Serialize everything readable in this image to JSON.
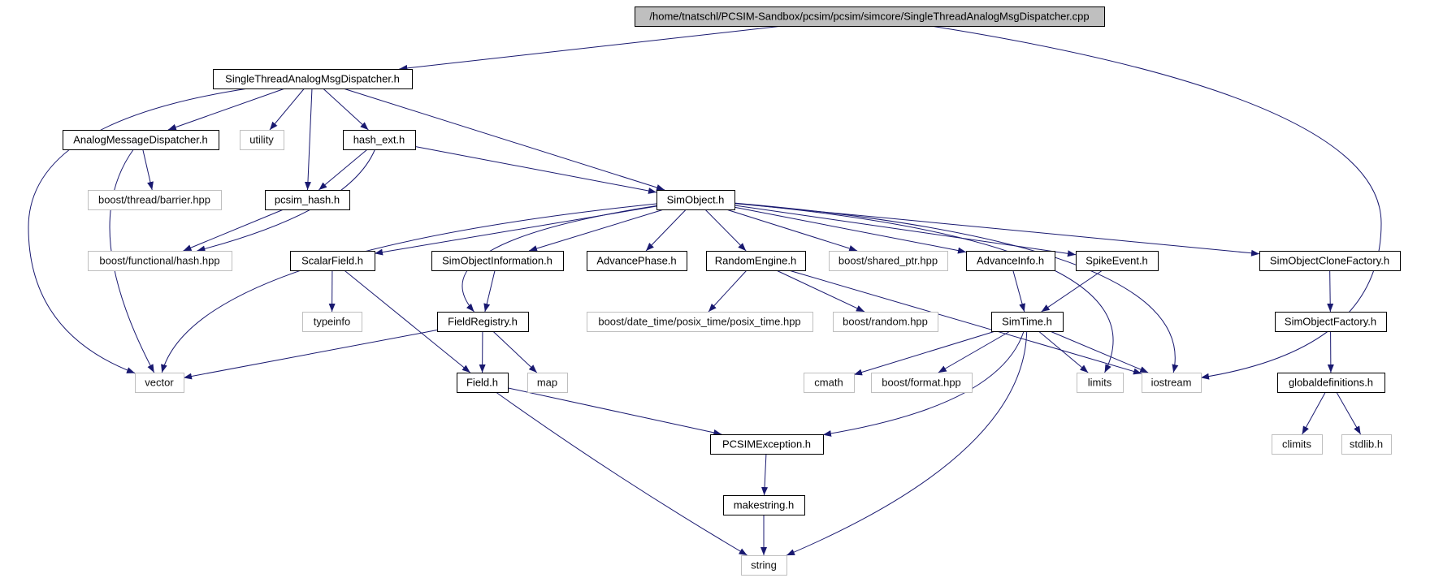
{
  "graph": {
    "colors": {
      "edge": "#191970",
      "internal_border": "#000000",
      "external_border": "#bfbfbf",
      "root_fill": "#bfbfbf",
      "node_fill": "#ffffff"
    },
    "nodes": [
      {
        "id": "root",
        "label": "/home/tnatschl/PCSIM-Sandbox/pcsim/pcsim/simcore/SingleThreadAnalogMsgDispatcher.cpp",
        "kind": "root"
      },
      {
        "id": "stamd",
        "label": "SingleThreadAnalogMsgDispatcher.h",
        "kind": "internal"
      },
      {
        "id": "amd",
        "label": "AnalogMessageDispatcher.h",
        "kind": "internal"
      },
      {
        "id": "utility",
        "label": "utility",
        "kind": "external"
      },
      {
        "id": "hashext",
        "label": "hash_ext.h",
        "kind": "internal"
      },
      {
        "id": "barrier",
        "label": "boost/thread/barrier.hpp",
        "kind": "external"
      },
      {
        "id": "pcsimhash",
        "label": "pcsim_hash.h",
        "kind": "internal"
      },
      {
        "id": "simobject",
        "label": "SimObject.h",
        "kind": "internal"
      },
      {
        "id": "funchash",
        "label": "boost/functional/hash.hpp",
        "kind": "external"
      },
      {
        "id": "scalarfield",
        "label": "ScalarField.h",
        "kind": "internal"
      },
      {
        "id": "soinfo",
        "label": "SimObjectInformation.h",
        "kind": "internal"
      },
      {
        "id": "advphase",
        "label": "AdvancePhase.h",
        "kind": "internal"
      },
      {
        "id": "randeng",
        "label": "RandomEngine.h",
        "kind": "internal"
      },
      {
        "id": "sharedptr",
        "label": "boost/shared_ptr.hpp",
        "kind": "external"
      },
      {
        "id": "advinfo",
        "label": "AdvanceInfo.h",
        "kind": "internal"
      },
      {
        "id": "spike",
        "label": "SpikeEvent.h",
        "kind": "internal"
      },
      {
        "id": "socf",
        "label": "SimObjectCloneFactory.h",
        "kind": "internal"
      },
      {
        "id": "typeinfo",
        "label": "typeinfo",
        "kind": "external"
      },
      {
        "id": "fieldreg",
        "label": "FieldRegistry.h",
        "kind": "internal"
      },
      {
        "id": "posixtime",
        "label": "boost/date_time/posix_time/posix_time.hpp",
        "kind": "external"
      },
      {
        "id": "random",
        "label": "boost/random.hpp",
        "kind": "external"
      },
      {
        "id": "simtime",
        "label": "SimTime.h",
        "kind": "internal"
      },
      {
        "id": "sof",
        "label": "SimObjectFactory.h",
        "kind": "internal"
      },
      {
        "id": "vector",
        "label": "vector",
        "kind": "external"
      },
      {
        "id": "field",
        "label": "Field.h",
        "kind": "internal"
      },
      {
        "id": "map",
        "label": "map",
        "kind": "external"
      },
      {
        "id": "cmath",
        "label": "cmath",
        "kind": "external"
      },
      {
        "id": "format",
        "label": "boost/format.hpp",
        "kind": "external"
      },
      {
        "id": "limits",
        "label": "limits",
        "kind": "external"
      },
      {
        "id": "iostream",
        "label": "iostream",
        "kind": "external"
      },
      {
        "id": "globdef",
        "label": "globaldefinitions.h",
        "kind": "internal"
      },
      {
        "id": "pcsimexc",
        "label": "PCSIMException.h",
        "kind": "internal"
      },
      {
        "id": "climits",
        "label": "climits",
        "kind": "external"
      },
      {
        "id": "stdlib",
        "label": "stdlib.h",
        "kind": "external"
      },
      {
        "id": "makestring",
        "label": "makestring.h",
        "kind": "internal"
      },
      {
        "id": "string",
        "label": "string",
        "kind": "external"
      }
    ],
    "edges": [
      [
        "root",
        "stamd"
      ],
      [
        "root",
        "iostream"
      ],
      [
        "stamd",
        "vector"
      ],
      [
        "stamd",
        "amd"
      ],
      [
        "stamd",
        "utility"
      ],
      [
        "stamd",
        "pcsimhash"
      ],
      [
        "stamd",
        "hashext"
      ],
      [
        "stamd",
        "simobject"
      ],
      [
        "amd",
        "barrier"
      ],
      [
        "amd",
        "vector"
      ],
      [
        "hashext",
        "pcsimhash"
      ],
      [
        "hashext",
        "funchash"
      ],
      [
        "hashext",
        "simobject"
      ],
      [
        "pcsimhash",
        "funchash"
      ],
      [
        "simobject",
        "vector"
      ],
      [
        "simobject",
        "scalarfield"
      ],
      [
        "simobject",
        "fieldreg"
      ],
      [
        "simobject",
        "soinfo"
      ],
      [
        "simobject",
        "advphase"
      ],
      [
        "simobject",
        "randeng"
      ],
      [
        "simobject",
        "sharedptr"
      ],
      [
        "simobject",
        "advinfo"
      ],
      [
        "simobject",
        "spike"
      ],
      [
        "simobject",
        "limits"
      ],
      [
        "simobject",
        "iostream"
      ],
      [
        "simobject",
        "socf"
      ],
      [
        "scalarfield",
        "typeinfo"
      ],
      [
        "scalarfield",
        "field"
      ],
      [
        "soinfo",
        "fieldreg"
      ],
      [
        "randeng",
        "posixtime"
      ],
      [
        "randeng",
        "random"
      ],
      [
        "randeng",
        "iostream"
      ],
      [
        "advinfo",
        "simtime"
      ],
      [
        "spike",
        "simtime"
      ],
      [
        "socf",
        "sof"
      ],
      [
        "sof",
        "globdef"
      ],
      [
        "fieldreg",
        "vector"
      ],
      [
        "fieldreg",
        "field"
      ],
      [
        "fieldreg",
        "map"
      ],
      [
        "simtime",
        "cmath"
      ],
      [
        "simtime",
        "format"
      ],
      [
        "simtime",
        "limits"
      ],
      [
        "simtime",
        "iostream"
      ],
      [
        "simtime",
        "pcsimexc"
      ],
      [
        "simtime",
        "string"
      ],
      [
        "field",
        "pcsimexc"
      ],
      [
        "field",
        "string"
      ],
      [
        "globdef",
        "climits"
      ],
      [
        "globdef",
        "stdlib"
      ],
      [
        "pcsimexc",
        "makestring"
      ],
      [
        "makestring",
        "string"
      ]
    ]
  }
}
